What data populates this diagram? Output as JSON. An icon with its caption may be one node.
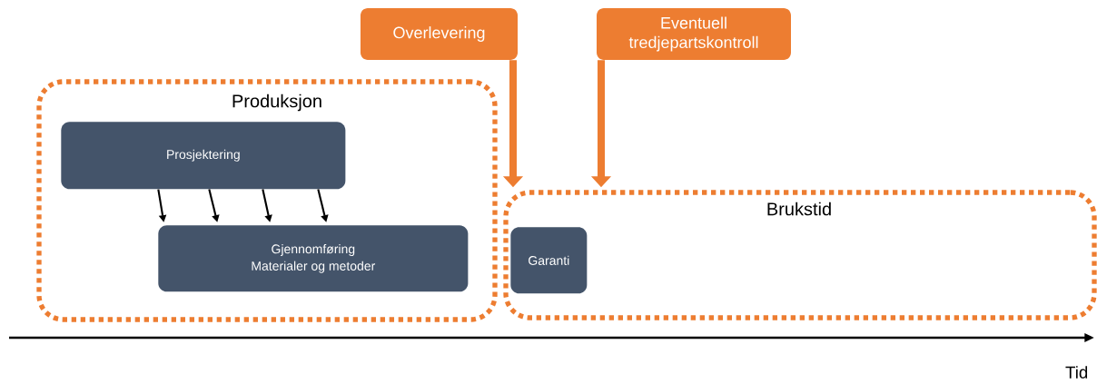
{
  "diagram": {
    "nodes": [
      {
        "text": [
          "Produksjon"
        ]
      },
      {
        "text": [
          "Prosjektering"
        ],
        "in": 0
      },
      {
        "text": [
          "Gjennomføring",
          "Materialer og metoder"
        ],
        "in": 0
      },
      {
        "text": [
          "Overlevering"
        ]
      },
      {
        "text": [
          "Eventuell tredjepartskontroll"
        ]
      },
      {
        "text": [
          "Brukstid"
        ]
      },
      {
        "text": [
          "Garanti"
        ],
        "in": 5
      }
    ],
    "edges": [
      {
        "from": 1,
        "to": 2,
        "arrow": "to"
      },
      {
        "from": 1,
        "to": 2,
        "arrow": "to"
      },
      {
        "from": 1,
        "to": 2,
        "arrow": "to"
      },
      {
        "from": 1,
        "to": 2,
        "arrow": "to"
      },
      {
        "from": 3,
        "to": 5,
        "arrow": "to",
        "style": "thick",
        "color": "#ed7d31"
      },
      {
        "from": 4,
        "to": 5,
        "arrow": "to",
        "style": "thick",
        "color": "#ed7d31"
      }
    ],
    "labels": [
      "Tid"
    ]
  }
}
